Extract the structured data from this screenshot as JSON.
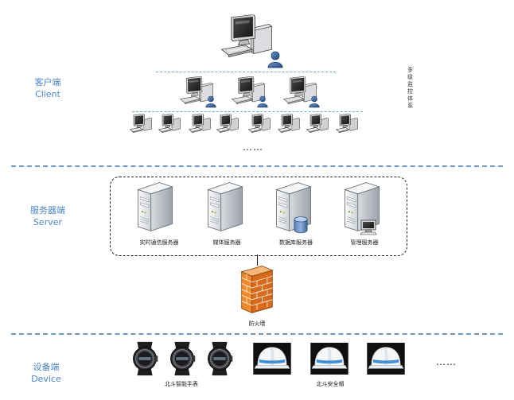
{
  "tiers": {
    "client": {
      "cn": "客户端",
      "en": "Client"
    },
    "server": {
      "cn": "服务器端",
      "en": "Server"
    },
    "device": {
      "cn": "设备端",
      "en": "Device"
    }
  },
  "client": {
    "vertical_label": "多级监控体系",
    "more": "……"
  },
  "servers": [
    {
      "label": "实时通信服务器"
    },
    {
      "label": "媒体服务器"
    },
    {
      "label": "数据库服务器"
    },
    {
      "label": "管理服务器"
    }
  ],
  "firewall": {
    "label": "防火墙"
  },
  "devices": {
    "watch_label": "北斗智能手表",
    "helmet_label": "北斗安全帽",
    "more": "……"
  },
  "colors": {
    "label_blue": "#4a86c8",
    "separator": "#6e97c7",
    "firewall": "#f08a2c"
  }
}
